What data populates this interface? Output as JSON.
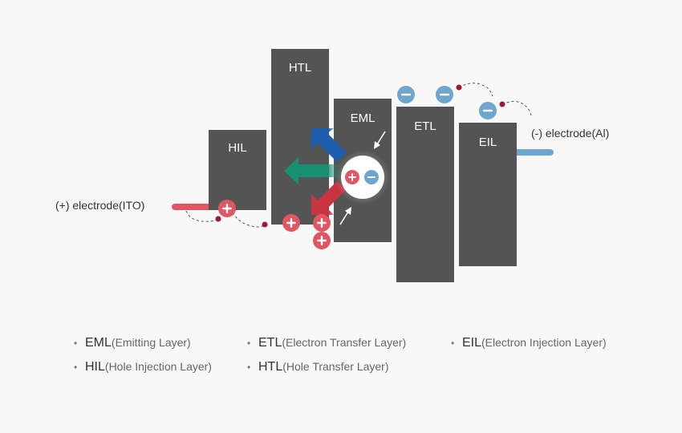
{
  "layers": {
    "hil": "HIL",
    "htl": "HTL",
    "eml": "EML",
    "etl": "ETL",
    "eil": "EIL"
  },
  "electrodes": {
    "anode": "(+) electrode(ITO)",
    "cathode": "(-) electrode(Al)"
  },
  "legend": [
    {
      "abbr": "EML",
      "full": "(Emitting Layer)"
    },
    {
      "abbr": "ETL",
      "full": "(Electron Transfer Layer)"
    },
    {
      "abbr": "EIL",
      "full": "(Electron Injection Layer)"
    },
    {
      "abbr": "HIL",
      "full": "(Hole Injection Layer)"
    },
    {
      "abbr": "HTL",
      "full": "(Hole Transfer Layer)"
    }
  ],
  "colors": {
    "layer": "#545454",
    "hole": "#e05663",
    "electron": "#6fa6cf",
    "dot": "#a0173a",
    "emit_blue": "#1d5fae",
    "emit_green": "#179171",
    "emit_red": "#c8353f",
    "background": "#f8f8f8"
  },
  "symbols": {
    "plus": "+",
    "minus": "−"
  }
}
